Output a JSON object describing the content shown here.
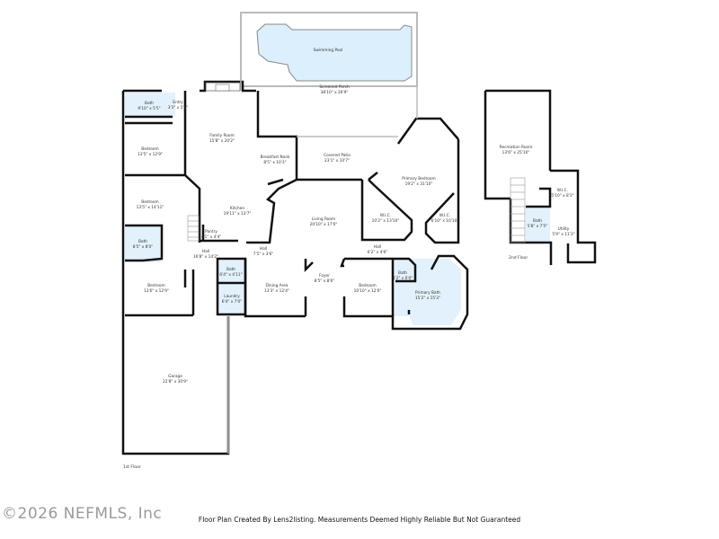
{
  "colors": {
    "wall": "#111111",
    "wet_room": "#e3f1fc",
    "pool": "#dbeffc",
    "window": "#cccccc"
  },
  "first_floor": {
    "label": "1st Floor",
    "rooms": [
      {
        "name": "Swimming Pool",
        "dims": ""
      },
      {
        "name": "Screened Porch",
        "dims": "38'10\" x 26'9\""
      },
      {
        "name": "Bath",
        "dims": "9'10\" x 5'5\""
      },
      {
        "name": "Entry",
        "dims": "3'3\" x 5'5\""
      },
      {
        "name": "Family Room",
        "dims": "15'8\" x 20'2\""
      },
      {
        "name": "Bedroom",
        "dims": "13'5\" x 12'9\""
      },
      {
        "name": "Breakfast Nook",
        "dims": "8'5\" x 10'3\""
      },
      {
        "name": "Covered Patio",
        "dims": "23'1\" x 10'7\""
      },
      {
        "name": "Primary Bedroom",
        "dims": "19'2\" x 31'10\""
      },
      {
        "name": "Bedroom",
        "dims": "13'5\" x 14'11\""
      },
      {
        "name": "Kitchen",
        "dims": "19'11\" x 13'7\""
      },
      {
        "name": "Living Room",
        "dims": "20'10\" x 17'0\""
      },
      {
        "name": "W.I.C.",
        "dims": "10'2\" x 13'10\""
      },
      {
        "name": "W.I.C.",
        "dims": "6'10\" x 10'10\""
      },
      {
        "name": "Pantry",
        "dims": "4'1\" x 4'4\""
      },
      {
        "name": "Bath",
        "dims": "8'5\" x 8'0\""
      },
      {
        "name": "Hall",
        "dims": "16'8\" x 14'2\""
      },
      {
        "name": "Hall",
        "dims": "7'5\" x 3'6\""
      },
      {
        "name": "Hall",
        "dims": "6'2\" x 4'6\""
      },
      {
        "name": "Bath",
        "dims": "6'4\" x 4'11\""
      },
      {
        "name": "Foyer",
        "dims": "8'5\" x 8'6\""
      },
      {
        "name": "Bath",
        "dims": "4'2\" x 6'0\""
      },
      {
        "name": "Bedroom",
        "dims": "13'6\" x 12'9\""
      },
      {
        "name": "Dining Area",
        "dims": "13'3\" x 12'4\""
      },
      {
        "name": "Bedroom",
        "dims": "10'10\" x 12'0\""
      },
      {
        "name": "Primary Bath",
        "dims": "15'2\" x 15'3\""
      },
      {
        "name": "Laundry",
        "dims": "6'4\" x 7'0\""
      },
      {
        "name": "Garage",
        "dims": "22'8\" x 30'9\""
      }
    ]
  },
  "second_floor": {
    "label": "2nd Floor",
    "rooms": [
      {
        "name": "Recreation Room",
        "dims": "13'6\" x 25'10\""
      },
      {
        "name": "W.I.C.",
        "dims": "5'10\" x 8'3\""
      },
      {
        "name": "Bath",
        "dims": "5'8\" x 7'5\""
      },
      {
        "name": "Utility",
        "dims": "5'9\" x 11'3\""
      }
    ]
  },
  "footer": "Floor Plan Created By Lens2listing. Measurements Deemed Highly Reliable But Not Guaranteed",
  "watermark": "©2026 NEFMLS, Inc"
}
